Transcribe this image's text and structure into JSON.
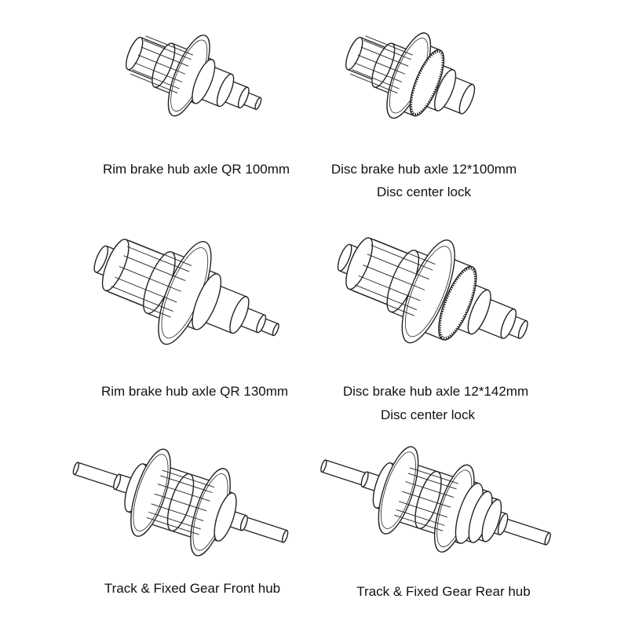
{
  "captions": {
    "rim_100": "Rim brake hub axle QR 100mm",
    "disc_100": "Disc brake hub axle 12*100mm",
    "disc_100_sub": "Disc center lock",
    "rim_130": "Rim brake hub axle QR 130mm",
    "disc_142": "Disc brake hub axle 12*142mm",
    "disc_142_sub": "Disc center lock",
    "track_front": "Track & Fixed Gear Front hub",
    "track_rear": "Track & Fixed Gear Rear hub"
  },
  "colors": {
    "line": "#222222",
    "background": "#ffffff"
  }
}
